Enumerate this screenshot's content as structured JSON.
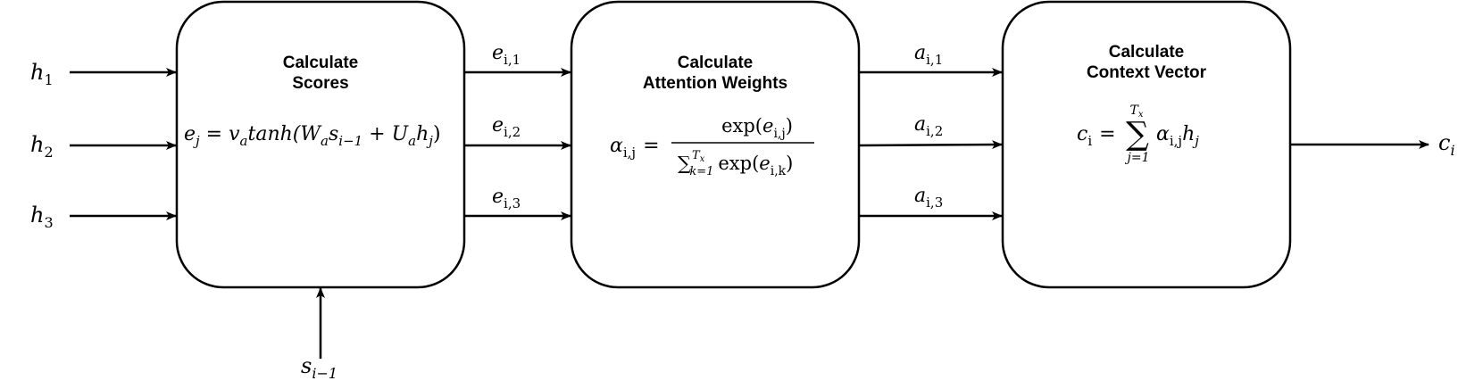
{
  "inputs": {
    "h1": {
      "base": "h",
      "sub": "1"
    },
    "h2": {
      "base": "h",
      "sub": "2"
    },
    "h3": {
      "base": "h",
      "sub": "3"
    },
    "s": {
      "base": "s",
      "sub": "i−1"
    }
  },
  "scores_box": {
    "title_line1": "Calculate",
    "title_line2": "Scores",
    "formula": {
      "lhs_base": "e",
      "lhs_sub": "j",
      "eq": " = ",
      "v": "v",
      "v_sub": "a",
      "tanh": "tanh(",
      "W": "W",
      "W_sub": "a",
      "s": "s",
      "s_sub": "i−1",
      "plus": " + ",
      "U": "U",
      "U_sub": "a",
      "h": "h",
      "h_sub": "j",
      "close": ")"
    }
  },
  "scores_outputs": [
    {
      "base": "e",
      "sub": "i,1"
    },
    {
      "base": "e",
      "sub": "i,2"
    },
    {
      "base": "e",
      "sub": "i,3"
    }
  ],
  "attention_box": {
    "title_line1": "Calculate",
    "title_line2": "Attention Weights",
    "formula": {
      "lhs_base": "α",
      "lhs_sub": "i,j",
      "eq": "=",
      "num_exp": "exp(",
      "num_e": "e",
      "num_sub": "i,j",
      "num_close": ")",
      "den_sum": "∑",
      "den_upper": "T",
      "den_upper_sub": "x",
      "den_lower": "k=1",
      "den_exp": "exp(",
      "den_e": "e",
      "den_sub": "i,k",
      "den_close": ")"
    }
  },
  "attention_outputs": [
    {
      "base": "a",
      "sub": "i,1"
    },
    {
      "base": "a",
      "sub": "i,2"
    },
    {
      "base": "a",
      "sub": "i,3"
    }
  ],
  "context_box": {
    "title_line1": "Calculate",
    "title_line2": "Context Vector",
    "formula": {
      "lhs_base": "c",
      "lhs_sub": "i",
      "eq": "=",
      "sum": "∑",
      "upper": "T",
      "upper_sub": "x",
      "lower": "j=1",
      "alpha": "α",
      "alpha_sub": "i,j",
      "h": "h",
      "h_sub": "j"
    }
  },
  "output": {
    "base": "c",
    "sub": "i"
  }
}
